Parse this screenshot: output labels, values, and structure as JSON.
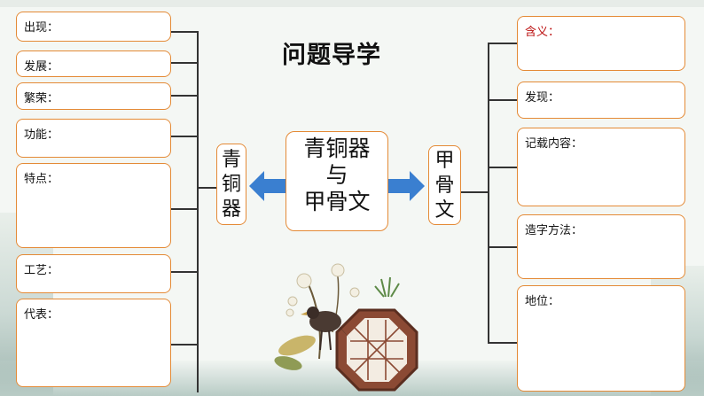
{
  "title": "问题导学",
  "center": [
    "青铜器",
    "与",
    "甲骨文"
  ],
  "left_node": [
    "青",
    "铜",
    "器"
  ],
  "right_node": [
    "甲",
    "骨",
    "文"
  ],
  "left_items": [
    "出现：",
    "发展：",
    "繁荣：",
    "功能：",
    "特点：",
    "工艺：",
    "代表："
  ],
  "right_items": [
    "含义：",
    "发现：",
    "记载内容：",
    "造字方法：",
    "地位："
  ],
  "colors": {
    "box_border": "#e48a36",
    "arrow": "#3a7fd0",
    "accent_red": "#b11111"
  }
}
